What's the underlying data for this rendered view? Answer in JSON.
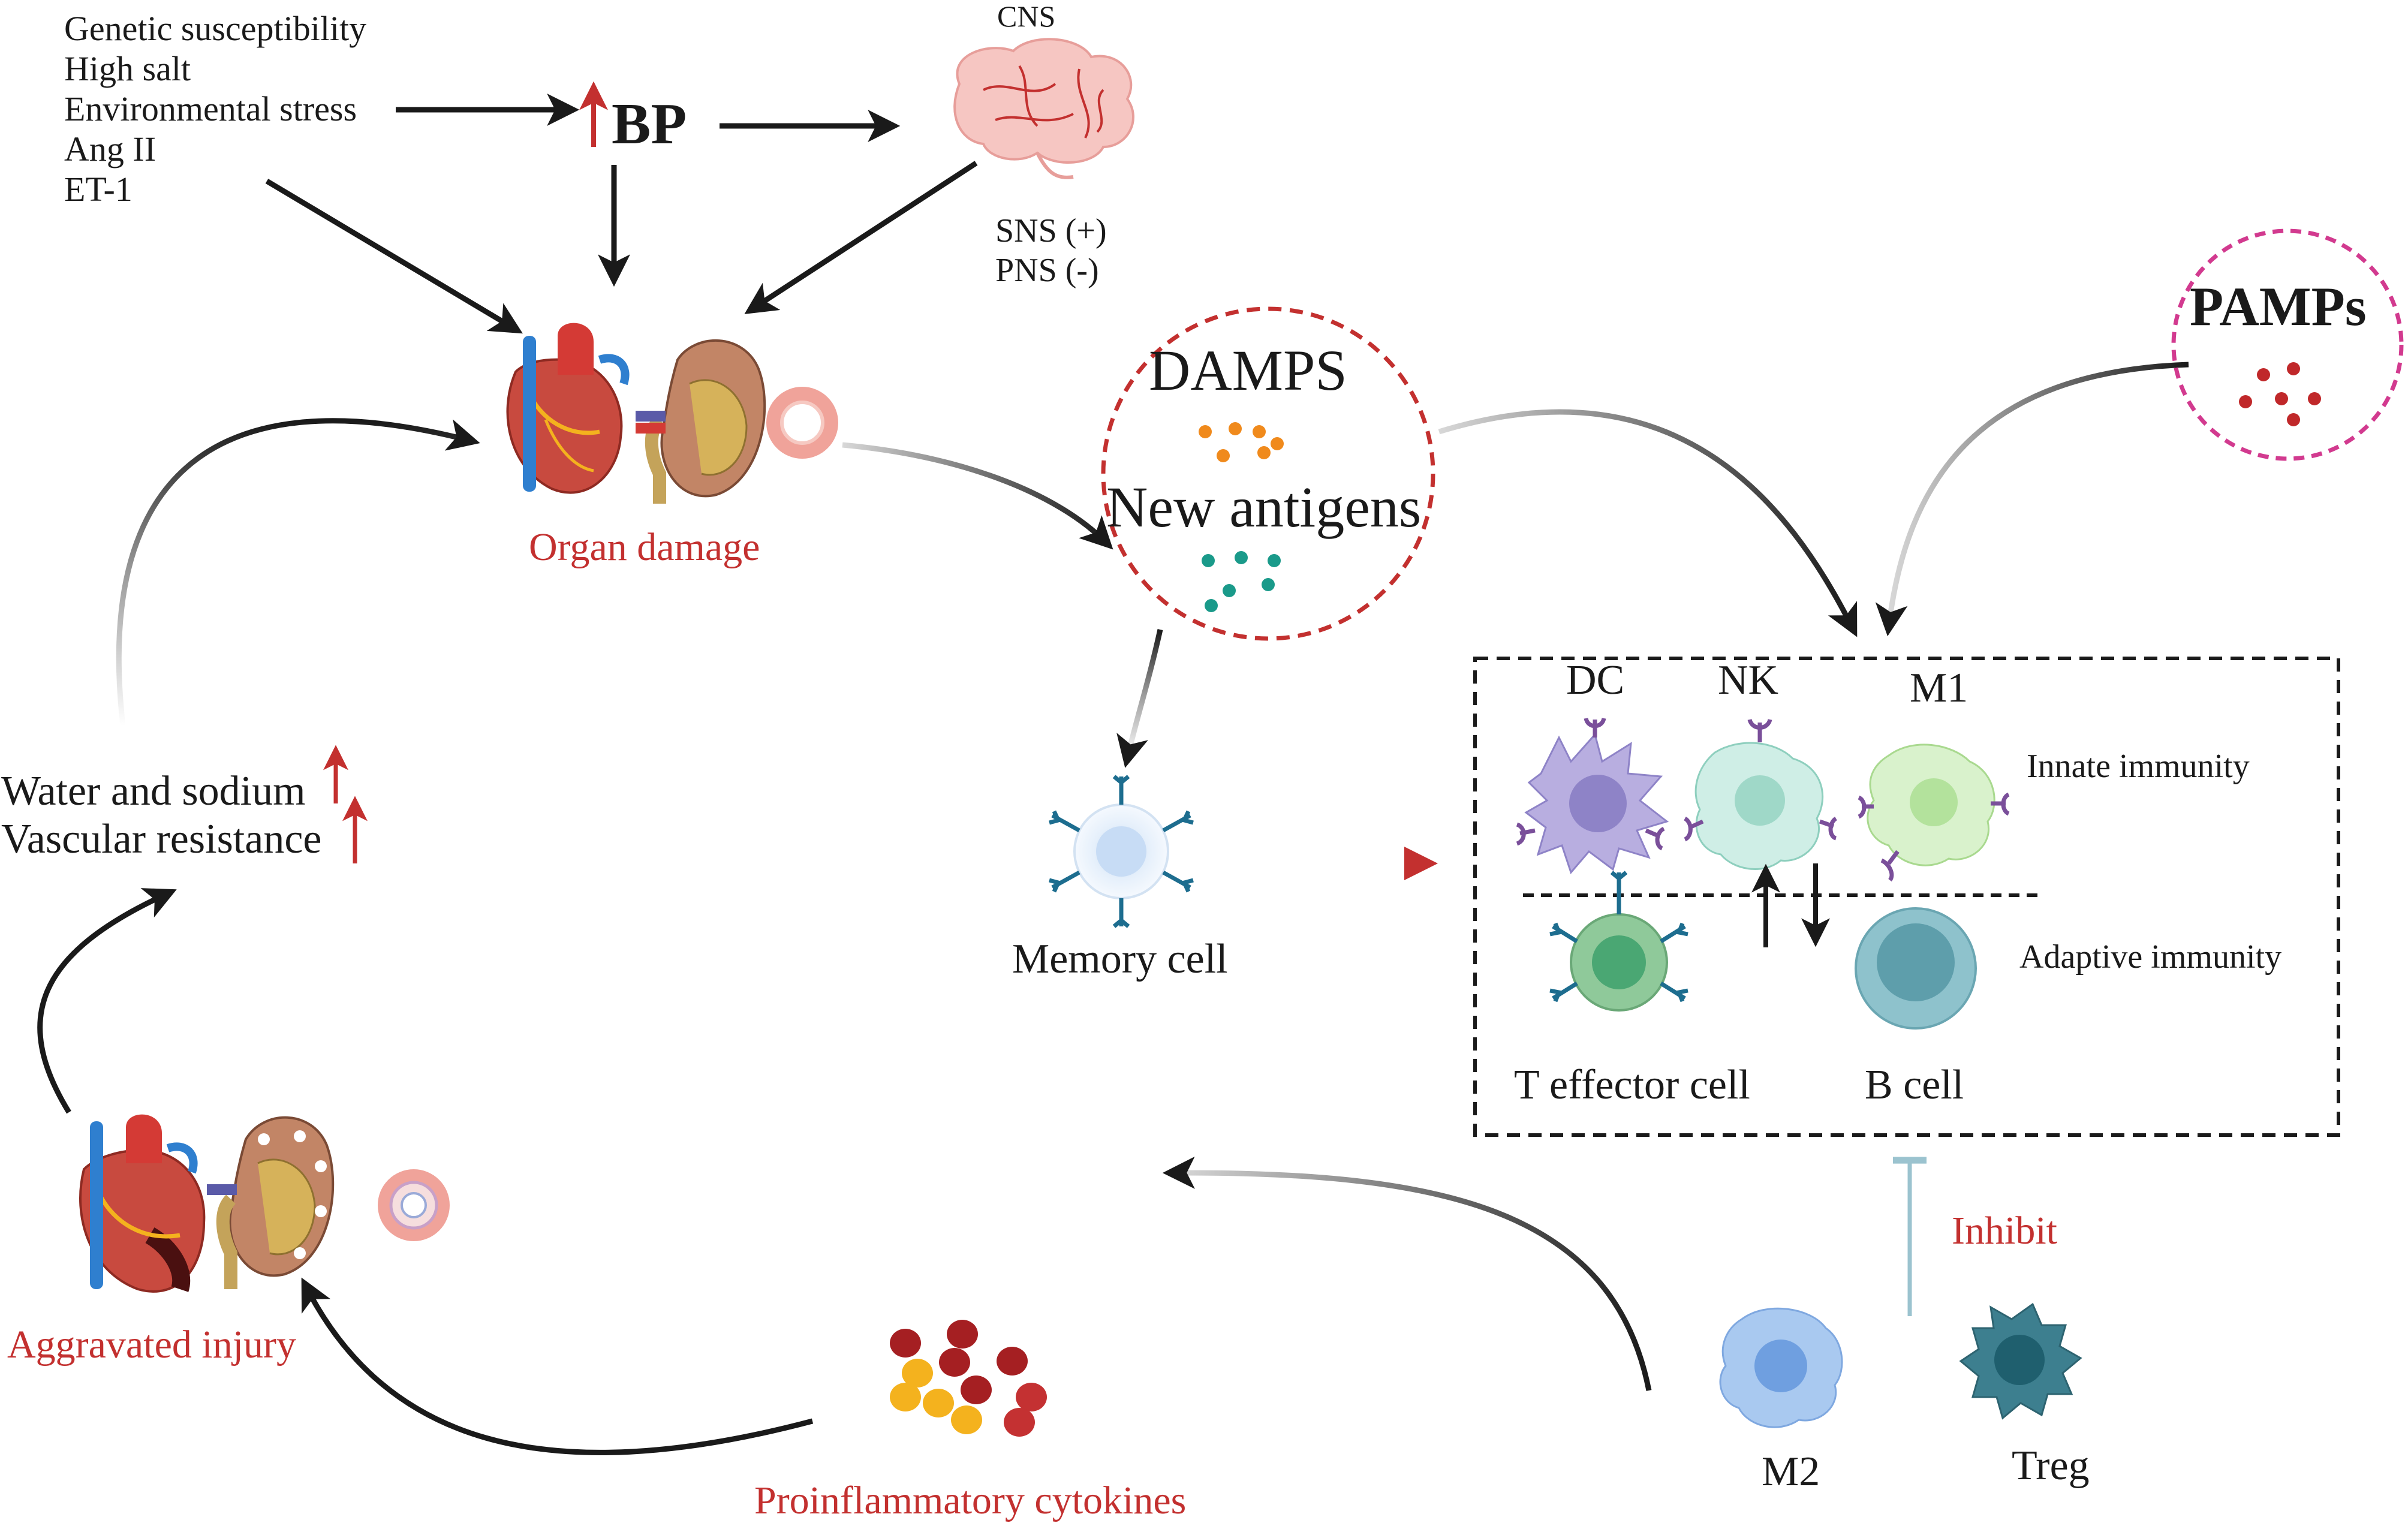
{
  "risk_factors": [
    "Genetic susceptibility",
    "High salt",
    "Environmental stress",
    "Ang II",
    "ET-1"
  ],
  "bp_label": "BP",
  "cns_label": "CNS",
  "autonomic": [
    "SNS (+)",
    "PNS (-)"
  ],
  "organ_damage": "Organ damage",
  "damps": "DAMPS",
  "new_antigens": "New antigens",
  "pamps": "PAMPs",
  "memory_cell": "Memory cell",
  "immune_box": {
    "dc": "DC",
    "nk": "NK",
    "m1": "M1",
    "innate": "Innate immunity",
    "adaptive": "Adaptive immunity",
    "t_effector": "T effector cell",
    "b_cell": "B cell"
  },
  "inhibit": "Inhibit",
  "m2": "M2",
  "treg": "Treg",
  "proinflammatory": "Proinflammatory cytokines",
  "aggravated": "Aggravated injury",
  "water_sodium": "Water and sodium",
  "vascular_resistance": "Vascular resistance",
  "colors": {
    "accent_red": "#c3302f",
    "damps_orange": "#f08a1c",
    "antigen_teal": "#1a9a8a",
    "pamps_red": "#c0282a",
    "pamps_border": "#d23a8f",
    "dc_purple": "#b8aee0",
    "nk_mint": "#cfeee6",
    "m1_green": "#d9f2cc",
    "t_cell_green": "#8fc99a",
    "b_cell_blue": "#8ec2cc",
    "m2_blue": "#a9c9f0",
    "treg_teal": "#3d7f8f"
  }
}
